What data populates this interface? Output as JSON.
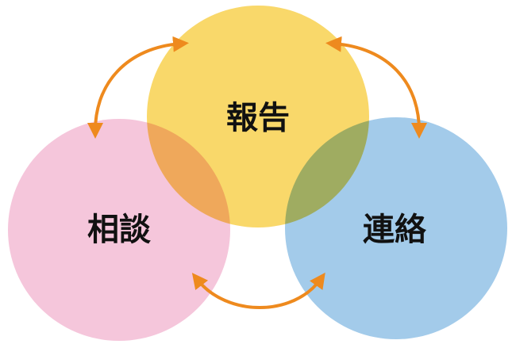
{
  "circles": {
    "top": {
      "label": "報告",
      "color": "#F9D86A"
    },
    "left": {
      "label": "相談",
      "color": "#F5C6DB"
    },
    "right": {
      "label": "連絡",
      "color": "#A3CBEA"
    }
  },
  "arrow_color": "#EE8A1E"
}
